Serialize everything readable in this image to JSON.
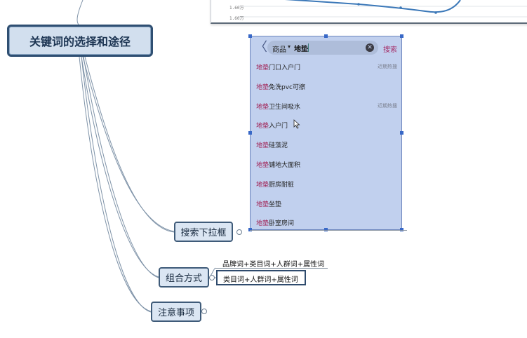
{
  "chart_fragment": {
    "tick_labels": [
      "1.60万",
      "1.60万"
    ]
  },
  "mindmap": {
    "root": "关键词的选择和途径",
    "branches": {
      "search_dropdown": "搜索下拉框",
      "combination": "组合方式",
      "notes": "注意事项"
    },
    "combination_children": [
      "品牌词+类目词+人群词+属性词",
      "类目词+人群词+属性词"
    ]
  },
  "search_screen": {
    "back": "〈",
    "category": "商品",
    "caret": "▾",
    "query": "地垫",
    "clear": "✕",
    "search_button": "搜索",
    "suggestions": [
      {
        "prefix": "地垫",
        "rest": "门口入户门",
        "tag": "近期热搜"
      },
      {
        "prefix": "地垫",
        "rest": "免洗pvc可擦",
        "tag": ""
      },
      {
        "prefix": "地垫",
        "rest": "卫生间吸水",
        "tag": "近期热搜"
      },
      {
        "prefix": "地垫",
        "rest": "入户门",
        "tag": ""
      },
      {
        "prefix": "地垫",
        "rest": "硅藻泥",
        "tag": ""
      },
      {
        "prefix": "地垫",
        "rest": "铺地大面积",
        "tag": ""
      },
      {
        "prefix": "地垫",
        "rest": "厨房耐脏",
        "tag": ""
      },
      {
        "prefix": "地垫",
        "rest": "坐垫",
        "tag": ""
      },
      {
        "prefix": "地垫",
        "rest": "卧室房间",
        "tag": ""
      }
    ]
  },
  "colors": {
    "node_fill": "#dbe6f3",
    "node_border": "#3f5b79",
    "panel_fill": "#c1d0ee",
    "highlight": "#a01f52",
    "search_button": "#a5306a"
  }
}
